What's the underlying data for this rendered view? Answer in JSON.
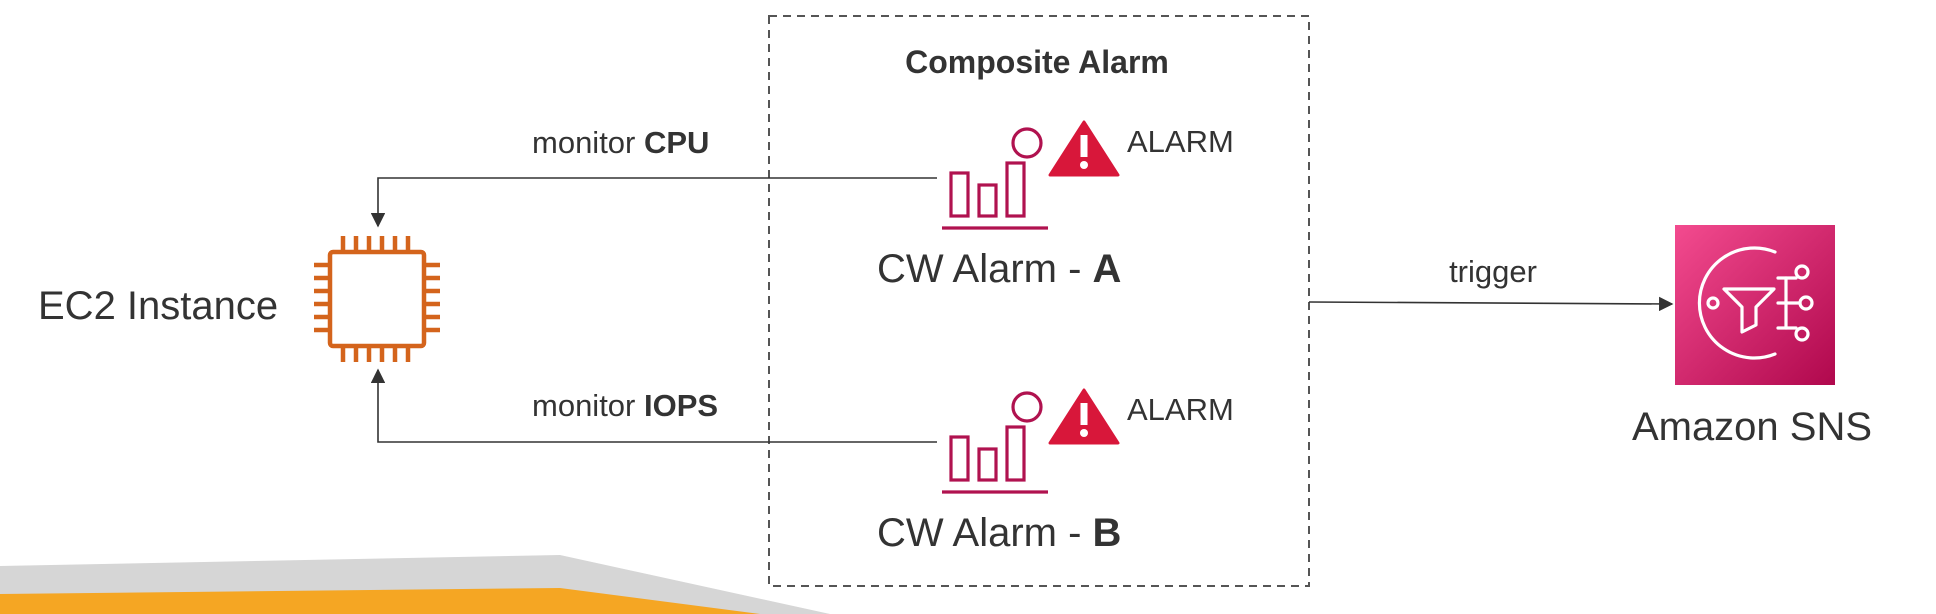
{
  "diagram": {
    "title": "Composite Alarm",
    "ec2": {
      "label": "EC2 Instance",
      "icon": "chip-icon",
      "color": "#D4641C"
    },
    "links": {
      "cpu": {
        "prefix": "monitor ",
        "strong": "CPU"
      },
      "iops": {
        "prefix": "monitor ",
        "strong": "IOPS"
      },
      "trigger": "trigger"
    },
    "alarms": [
      {
        "label_prefix": "CW Alarm - ",
        "label_strong": "A",
        "state": "ALARM"
      },
      {
        "label_prefix": "CW Alarm - ",
        "label_strong": "B",
        "state": "ALARM"
      }
    ],
    "sns": {
      "label": "Amazon SNS",
      "icon": "sns-icon"
    },
    "colors": {
      "alarm_icon": "#B0124F",
      "warning": "#D8173A",
      "sns_top": "#F24E8E",
      "sns_bottom": "#B0084D",
      "banner_orange": "#F5A623",
      "banner_gray": "#D3D3D3"
    }
  }
}
